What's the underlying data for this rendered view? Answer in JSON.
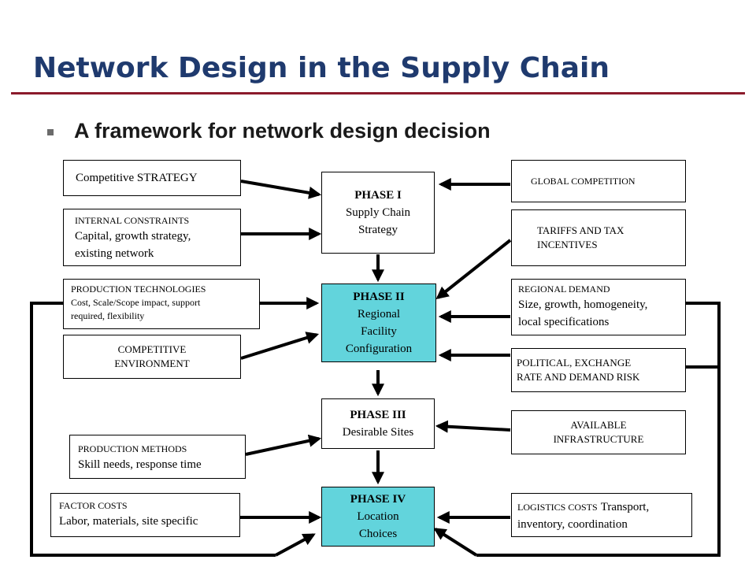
{
  "title": "Network Design in the Supply Chain",
  "subtitle": "A framework for network design decision",
  "phases": {
    "p1": [
      "PHASE I",
      "Supply Chain",
      "Strategy"
    ],
    "p2": [
      "PHASE II",
      "Regional",
      "Facility",
      "Configuration"
    ],
    "p3": [
      "PHASE III",
      "Desirable Sites"
    ],
    "p4": [
      "PHASE IV",
      "Location",
      "Choices"
    ]
  },
  "left_factors": {
    "strategy": "Competitive STRATEGY",
    "internal": [
      "INTERNAL CONSTRAINTS",
      "Capital, growth strategy,",
      "existing network"
    ],
    "prodtech": [
      "PRODUCTION TECHNOLOGIES",
      "Cost, Scale/Scope impact, support",
      "required, flexibility"
    ],
    "compenv": [
      "COMPETITIVE",
      "ENVIRONMENT"
    ],
    "prodmeth": [
      "PRODUCTION METHODS",
      "Skill needs, response time"
    ],
    "factor": [
      "FACTOR COSTS",
      "Labor, materials, site specific"
    ]
  },
  "right_factors": {
    "global": "GLOBAL COMPETITION",
    "tariffs": [
      "TARIFFS AND TAX",
      "INCENTIVES"
    ],
    "demand": [
      "REGIONAL DEMAND",
      "Size, growth, homogeneity,",
      "local specifications"
    ],
    "political": [
      "POLITICAL, EXCHANGE",
      "RATE AND DEMAND RISK"
    ],
    "infra": [
      "AVAILABLE",
      "INFRASTRUCTURE"
    ],
    "logistics": [
      "LOGISTICS COSTS",
      "Transport,",
      "inventory, coordination"
    ]
  },
  "colors": {
    "title": "#1f3a6e",
    "rule": "#8b1a2b",
    "phase_fill": "#62d4dc",
    "box_fill": "#ffffff"
  }
}
